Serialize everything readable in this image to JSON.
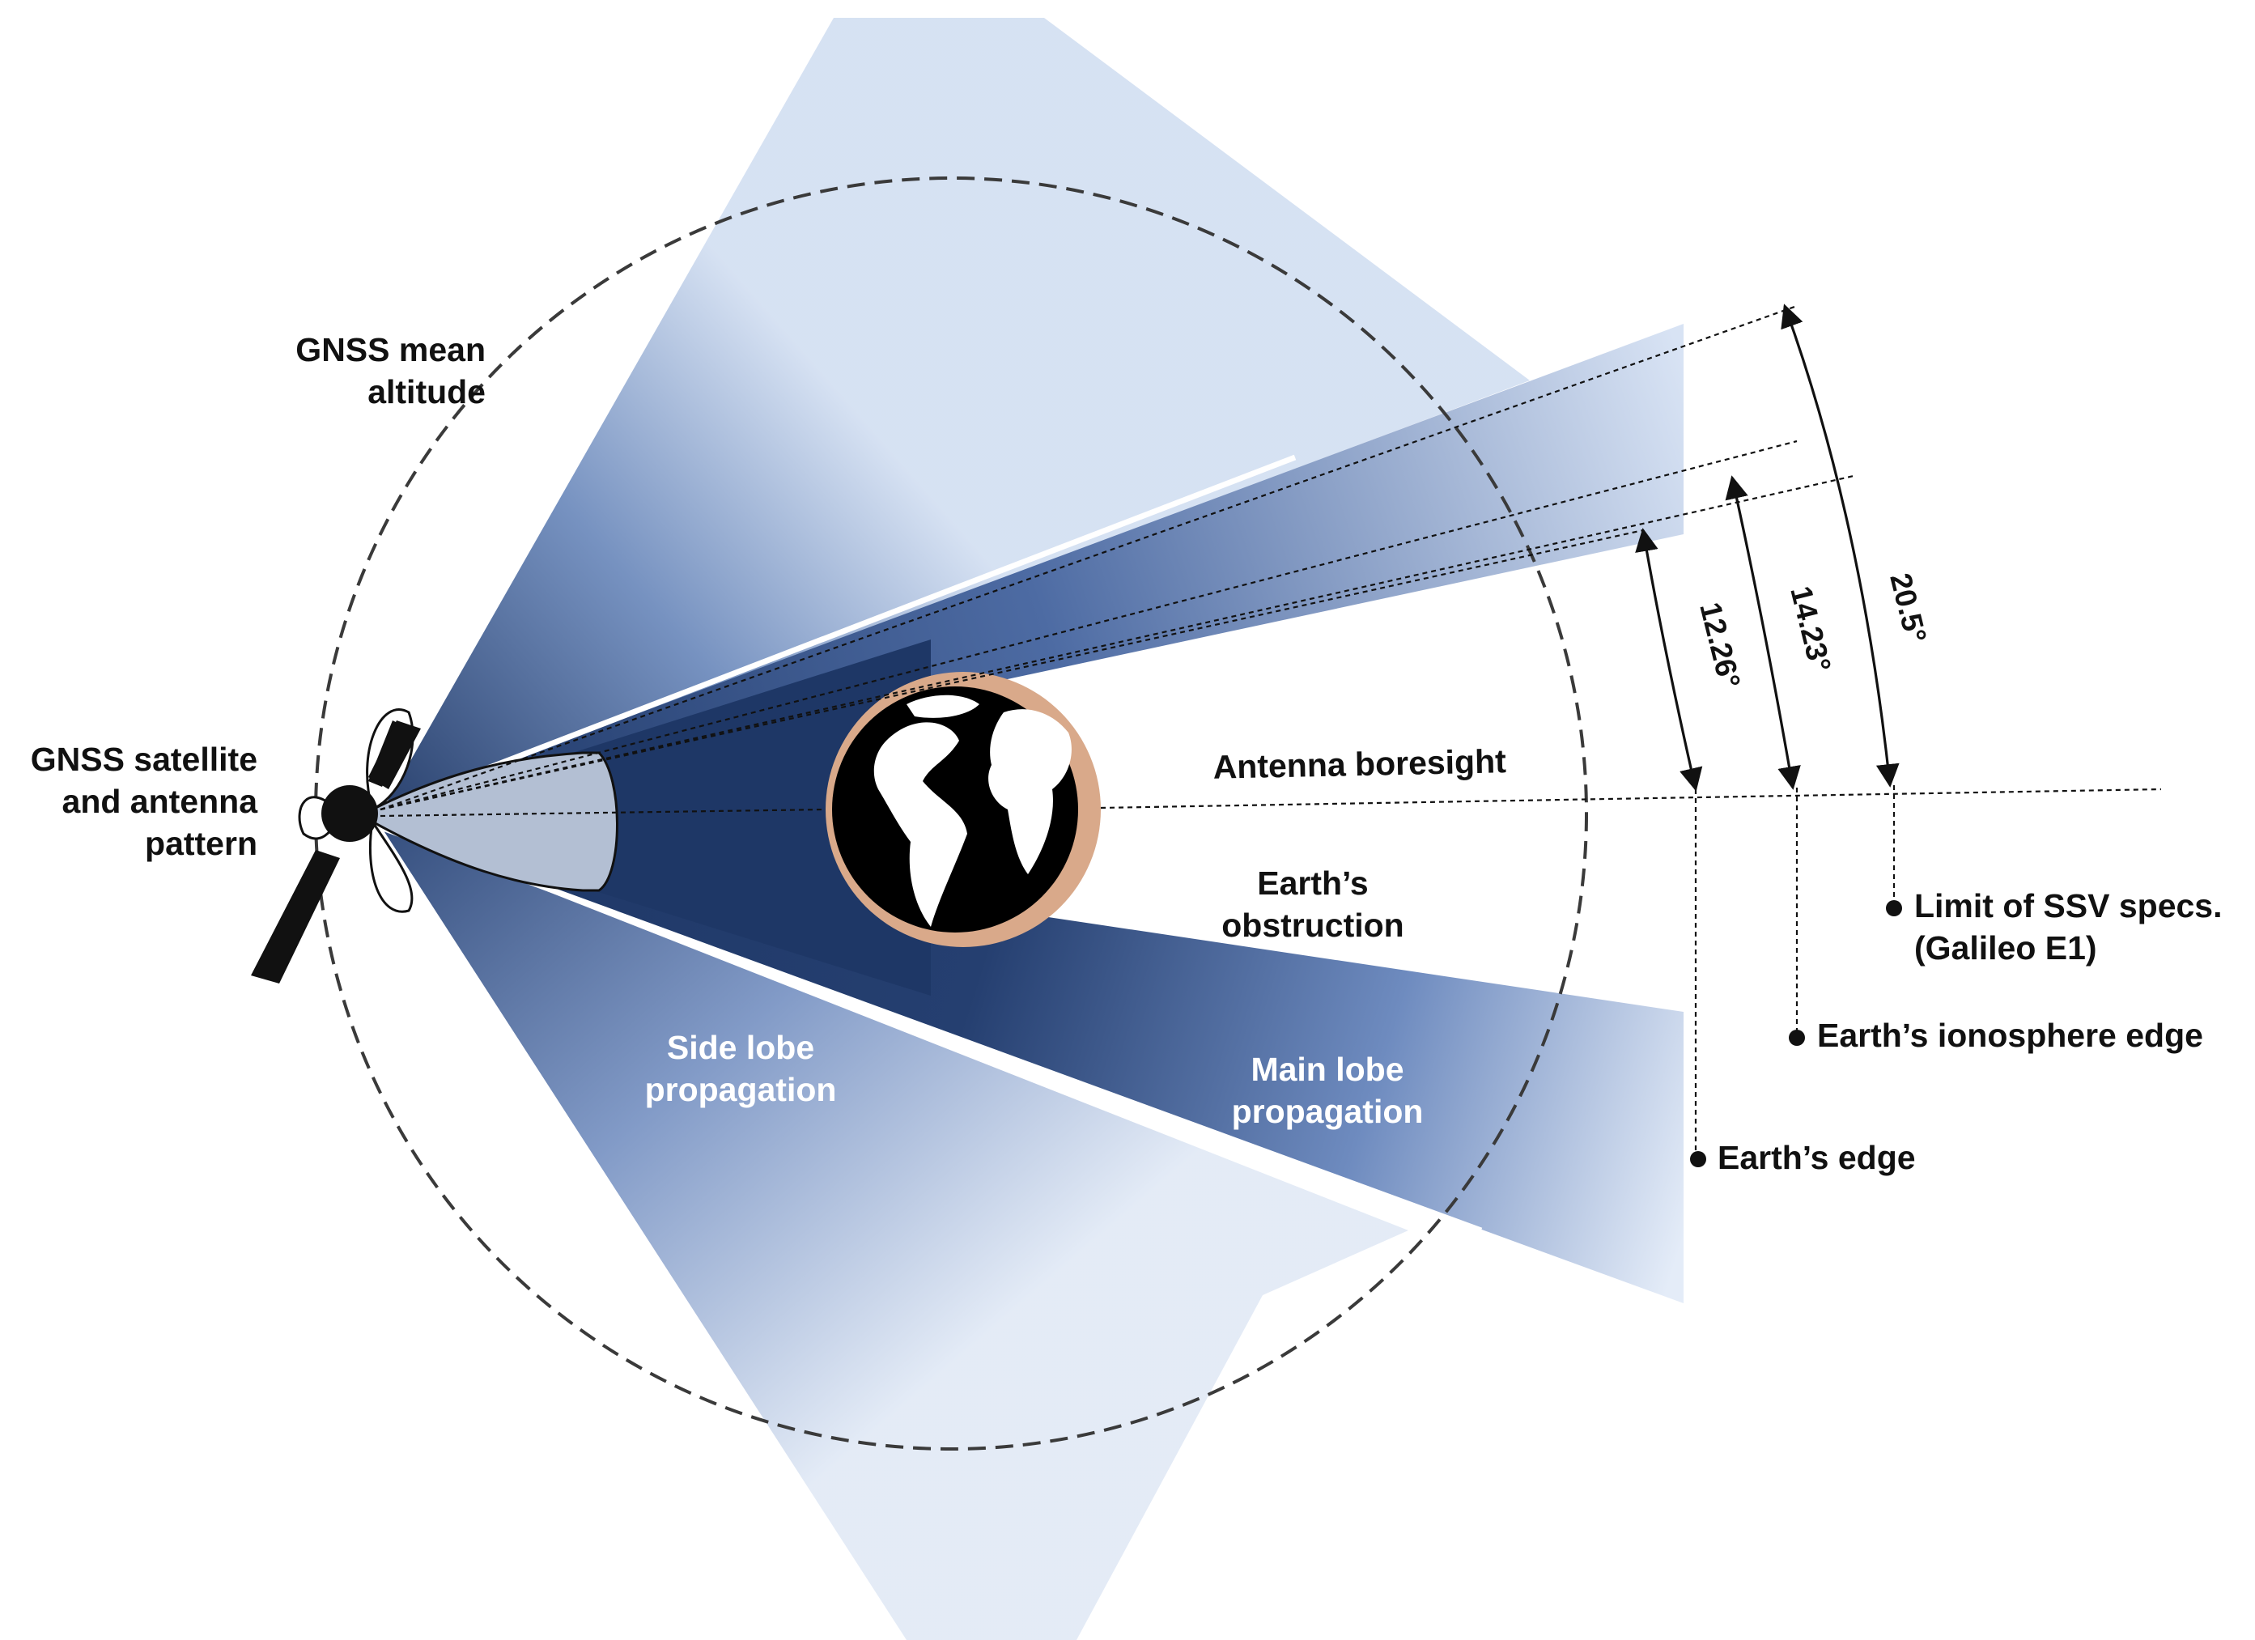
{
  "labels": {
    "gnss_altitude_line1": "GNSS mean",
    "gnss_altitude_line2": "altitude",
    "satellite_line1": "GNSS satellite",
    "satellite_line2": "and antenna",
    "satellite_line3": "pattern",
    "boresight": "Antenna boresight",
    "obstruction_line1": "Earth’s",
    "obstruction_line2": "obstruction",
    "side_lobe_line1": "Side lobe",
    "side_lobe_line2": "propagation",
    "main_lobe_line1": "Main lobe",
    "main_lobe_line2": "propagation",
    "ssv_line1": "Limit of SSV specs.",
    "ssv_line2": "(Galileo E1)",
    "ionosphere": "Earth’s ionosphere edge",
    "earth_edge": "Earth’s edge"
  },
  "angles": {
    "earth_edge": "12.26°",
    "ionosphere_edge": "14.23°",
    "ssv_limit": "20.5°"
  },
  "colors": {
    "beam_dark": "#1e3766",
    "beam_light": "#b4c8e6",
    "earth_rim": "#d9a98a",
    "lobe_fill": "#b3bfd3"
  }
}
